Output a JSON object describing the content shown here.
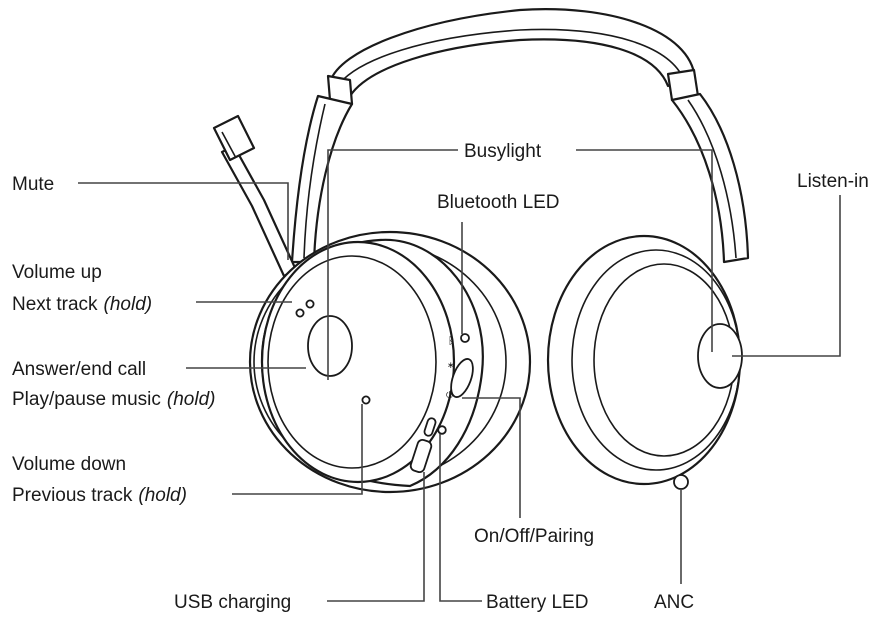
{
  "callouts": {
    "mute": "Mute",
    "busylight": "Busylight",
    "bluetooth_led": "Bluetooth LED",
    "listen_in": "Listen-in",
    "volume_up": "Volume up",
    "next_track": "Next track",
    "answer_end_call": "Answer/end call",
    "play_pause_music": "Play/pause music",
    "volume_down": "Volume down",
    "previous_track": "Previous track",
    "hold_hint": "(hold)",
    "on_off_pairing": "On/Off/Pairing",
    "usb_charging": "USB charging",
    "battery_led": "Battery LED",
    "anc": "ANC"
  },
  "colors": {
    "line": "#1a1a1a",
    "leader": "#444444",
    "background": "#ffffff"
  }
}
